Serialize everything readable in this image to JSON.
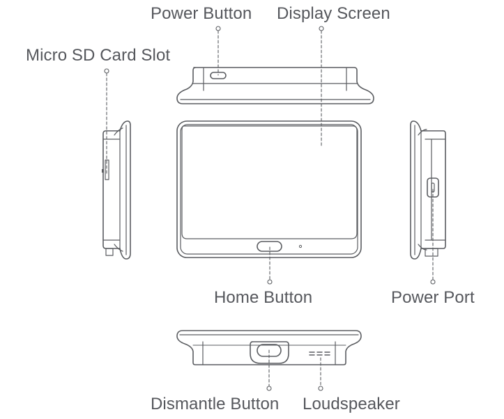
{
  "diagram": {
    "type": "device-component-layout",
    "colors": {
      "line": "#5a5c60",
      "text": "#55575c",
      "background": "#ffffff"
    },
    "labels": {
      "power_button": "Power Button",
      "display_screen": "Display Screen",
      "micro_sd_card_slot": "Micro SD Card Slot",
      "home_button": "Home Button",
      "power_port": "Power Port",
      "dismantle_button": "Dismantle Button",
      "loudspeaker": "Loudspeaker"
    },
    "views": [
      "top-view",
      "left-side-view",
      "front-view",
      "right-side-view",
      "bottom-view"
    ]
  }
}
